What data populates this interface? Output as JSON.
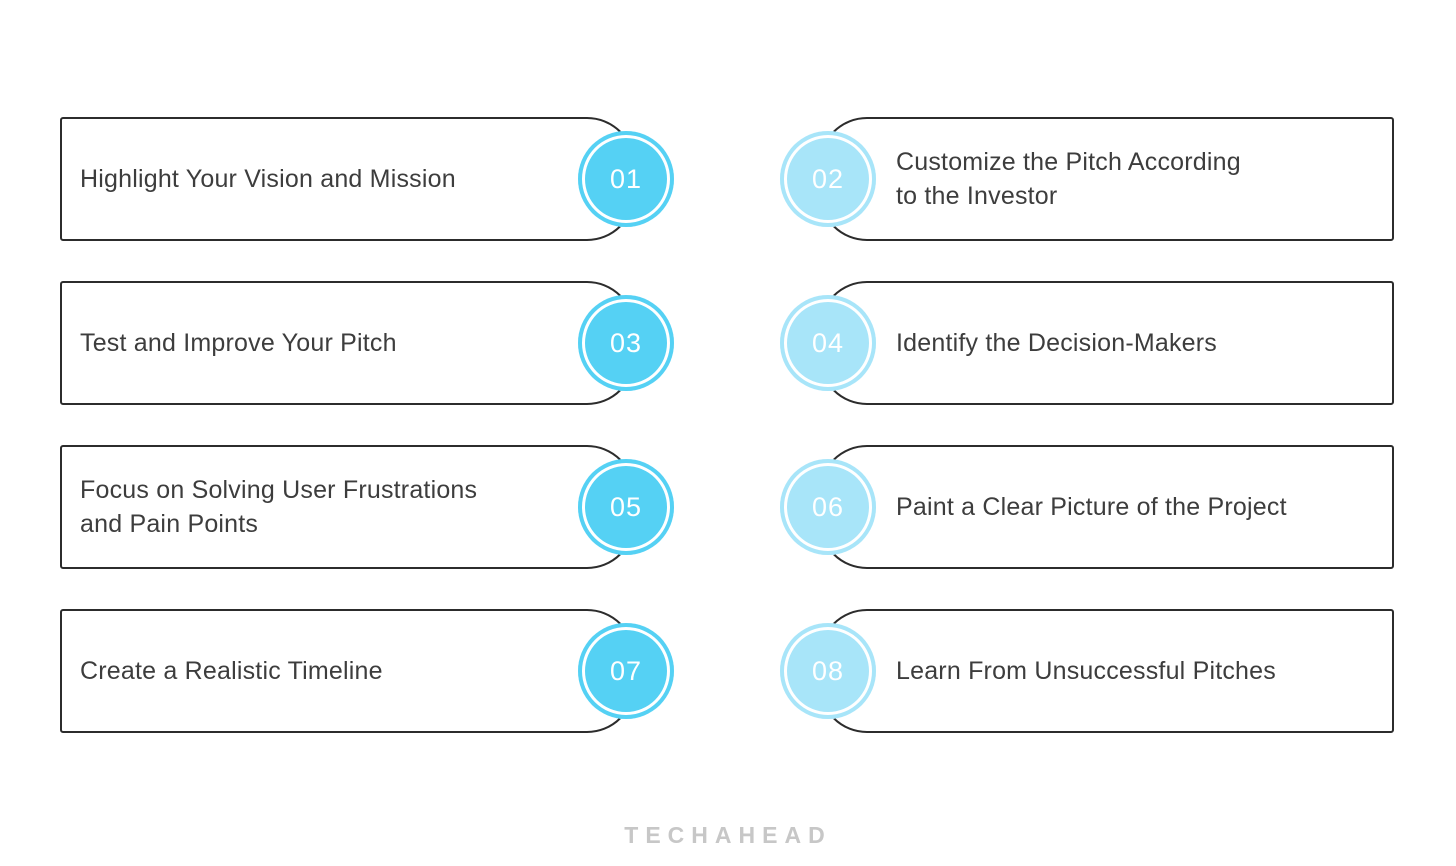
{
  "steps": [
    {
      "number": "01",
      "label": "Highlight Your Vision and Mission",
      "side": "left",
      "circle_color": "#55d1f4"
    },
    {
      "number": "02",
      "label": "Customize the Pitch According\nto the Investor",
      "side": "right",
      "circle_color": "#a8e5f9"
    },
    {
      "number": "03",
      "label": "Test and Improve Your Pitch",
      "side": "left",
      "circle_color": "#55d1f4"
    },
    {
      "number": "04",
      "label": "Identify the Decision-Makers",
      "side": "right",
      "circle_color": "#a8e5f9"
    },
    {
      "number": "05",
      "label": "Focus on Solving User Frustrations\nand Pain Points",
      "side": "left",
      "circle_color": "#55d1f4"
    },
    {
      "number": "06",
      "label": "Paint a Clear Picture of the Project",
      "side": "right",
      "circle_color": "#a8e5f9"
    },
    {
      "number": "07",
      "label": "Create a Realistic Timeline",
      "side": "left",
      "circle_color": "#55d1f4"
    },
    {
      "number": "08",
      "label": "Learn From Unsuccessful Pitches",
      "side": "right",
      "circle_color": "#a8e5f9"
    }
  ],
  "colors": {
    "accent_dark_cyan": "#55d1f4",
    "accent_light_cyan": "#a8e5f9",
    "box_border": "#2c2c2c",
    "text": "#3d3d3d",
    "watermark": "#c7c7c7",
    "background": "#ffffff"
  },
  "footer": {
    "brand": "TECHAHEAD"
  }
}
